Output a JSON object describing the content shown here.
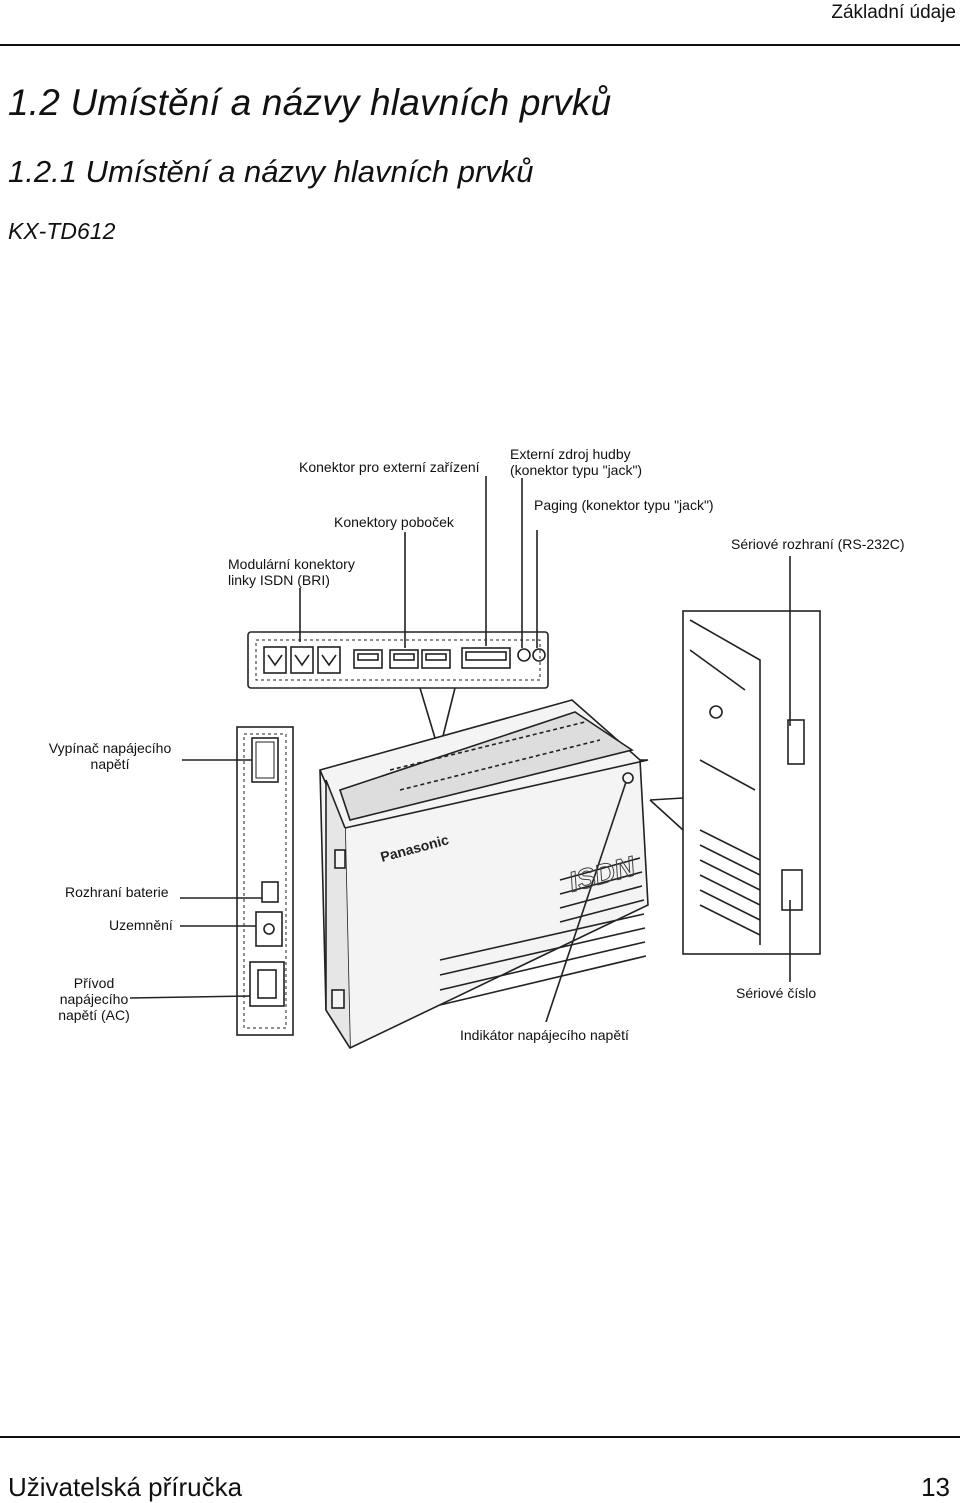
{
  "header": {
    "section": "Základní údaje"
  },
  "title": "1.2 Umístění a názvy hlavních prvků",
  "subtitle": "1.2.1 Umístění a názvy hlavních prvků",
  "model": "KX-TD612",
  "callouts": {
    "ext_device": "Konektor pro externí zařízení",
    "music_1": "Externí zdroj hudby",
    "music_2": "(konektor typu \"jack\")",
    "paging": "Paging (konektor typu \"jack\")",
    "extensions": "Konektory poboček",
    "serial_rs232": "Sériové rozhraní (RS-232C)",
    "isdn_1": "Modulární konektory",
    "isdn_2": "linky ISDN (BRI)",
    "power_switch_1": "Vypínač napájecího",
    "power_switch_2": "napětí",
    "battery": "Rozhraní baterie",
    "ground": "Uzemnění",
    "ac_1": "Přívod",
    "ac_2": "napájecího",
    "ac_3": "napětí (AC)",
    "serial_number": "Sériové číslo",
    "power_indicator": "Indikátor napájecího napětí"
  },
  "device": {
    "brand": "Panasonic",
    "badge": "ISDN"
  },
  "footer": {
    "manual": "Uživatelská příručka",
    "page": "13"
  }
}
